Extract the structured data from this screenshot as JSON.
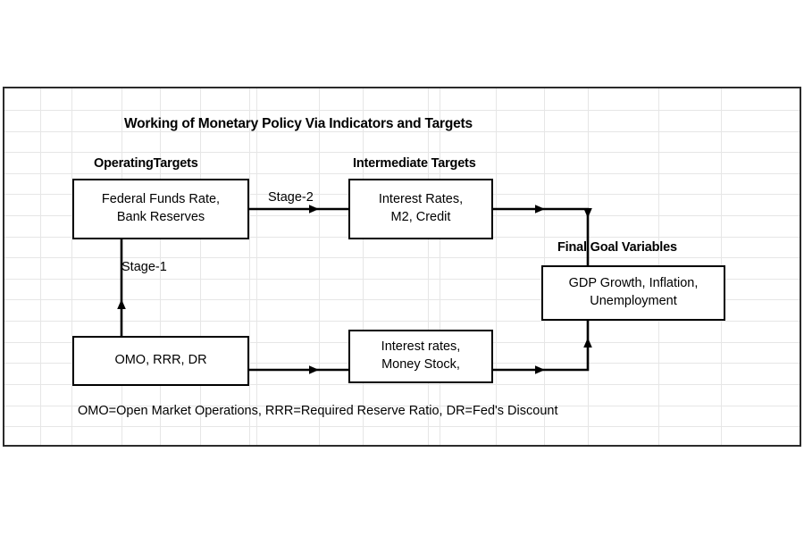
{
  "figure": {
    "title": "Working of Monetary Policy Via Indicators and Targets",
    "footnote": "OMO=Open Market Operations, RRR=Required Reserve Ratio, DR=Fed's Discount",
    "line_color": "#000000",
    "border_color": "#2b2b2b",
    "grid_color": "#e6e6e6",
    "background": "#ffffff"
  },
  "headers": {
    "operating": "OperatingTargets",
    "intermediate": "Intermediate Targets",
    "final": "Final Goal Variables"
  },
  "nodes": {
    "operating_targets": "Federal Funds Rate,\nBank Reserves",
    "operating_targets_line1": "Federal Funds Rate,",
    "operating_targets_line2": "Bank Reserves",
    "intermediate_targets_line1": "Interest Rates,",
    "intermediate_targets_line2": "M2, Credit",
    "final_goals_line1": "GDP Growth, Inflation,",
    "final_goals_line2": "Unemployment",
    "policy_tools": "OMO, RRR, DR",
    "indicators_line1": "Interest rates,",
    "indicators_line2": "Money Stock,"
  },
  "edges": {
    "stage1": "Stage-1",
    "stage2": "Stage-2"
  },
  "grid": {
    "horizontal_y": [
      24,
      48,
      71,
      95,
      118,
      142,
      166,
      189,
      213,
      236,
      260,
      284,
      307,
      331,
      355,
      378
    ],
    "vertical_x": [
      40,
      75,
      131,
      174,
      219,
      274,
      282,
      352,
      401,
      474,
      487,
      550,
      604,
      653,
      732,
      802
    ]
  }
}
